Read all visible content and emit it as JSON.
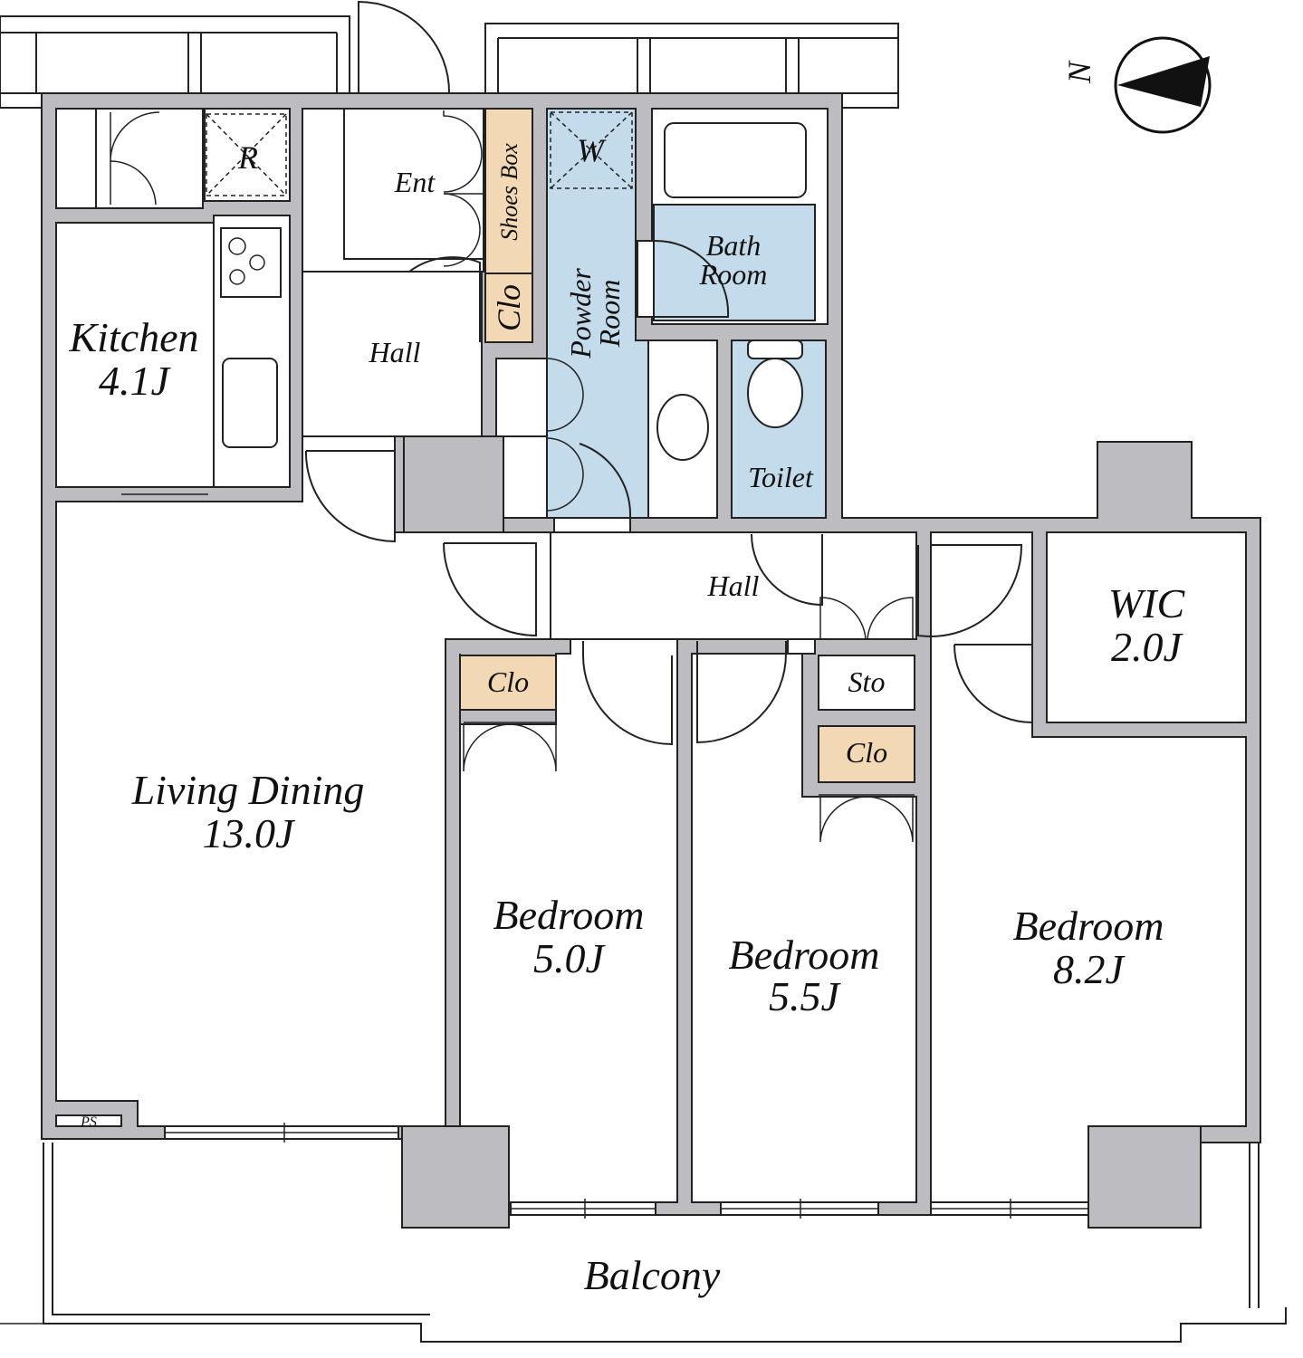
{
  "rooms": {
    "kitchen": {
      "name": "Kitchen",
      "size": "4.1J"
    },
    "living": {
      "name": "Living Dining",
      "size": "13.0J"
    },
    "bedroom1": {
      "name": "Bedroom",
      "size": "5.0J"
    },
    "bedroom2": {
      "name": "Bedroom",
      "size": "5.5J"
    },
    "bedroom3": {
      "name": "Bedroom",
      "size": "8.2J"
    },
    "wic": {
      "name": "WIC",
      "size": "2.0J"
    },
    "bath": {
      "line1": "Bath",
      "line2": "Room"
    },
    "powder": {
      "line1": "Powder",
      "line2": "Room"
    },
    "toilet": "Toilet",
    "hall_upper": "Hall",
    "hall_lower": "Hall",
    "entrance": "Ent",
    "shoes_box": "Shoes Box",
    "closet_entry": "Clo",
    "closet_b1": "Clo",
    "closet_b2": "Clo",
    "storage": "Sto",
    "balcony": "Balcony",
    "pipe_space": "PS",
    "fridge": "R",
    "washer": "W"
  },
  "compass": {
    "label": "N"
  },
  "colors": {
    "wall": "#bdbcc1",
    "wet_area": "#c3dbea",
    "closet": "#f2d8b4"
  }
}
